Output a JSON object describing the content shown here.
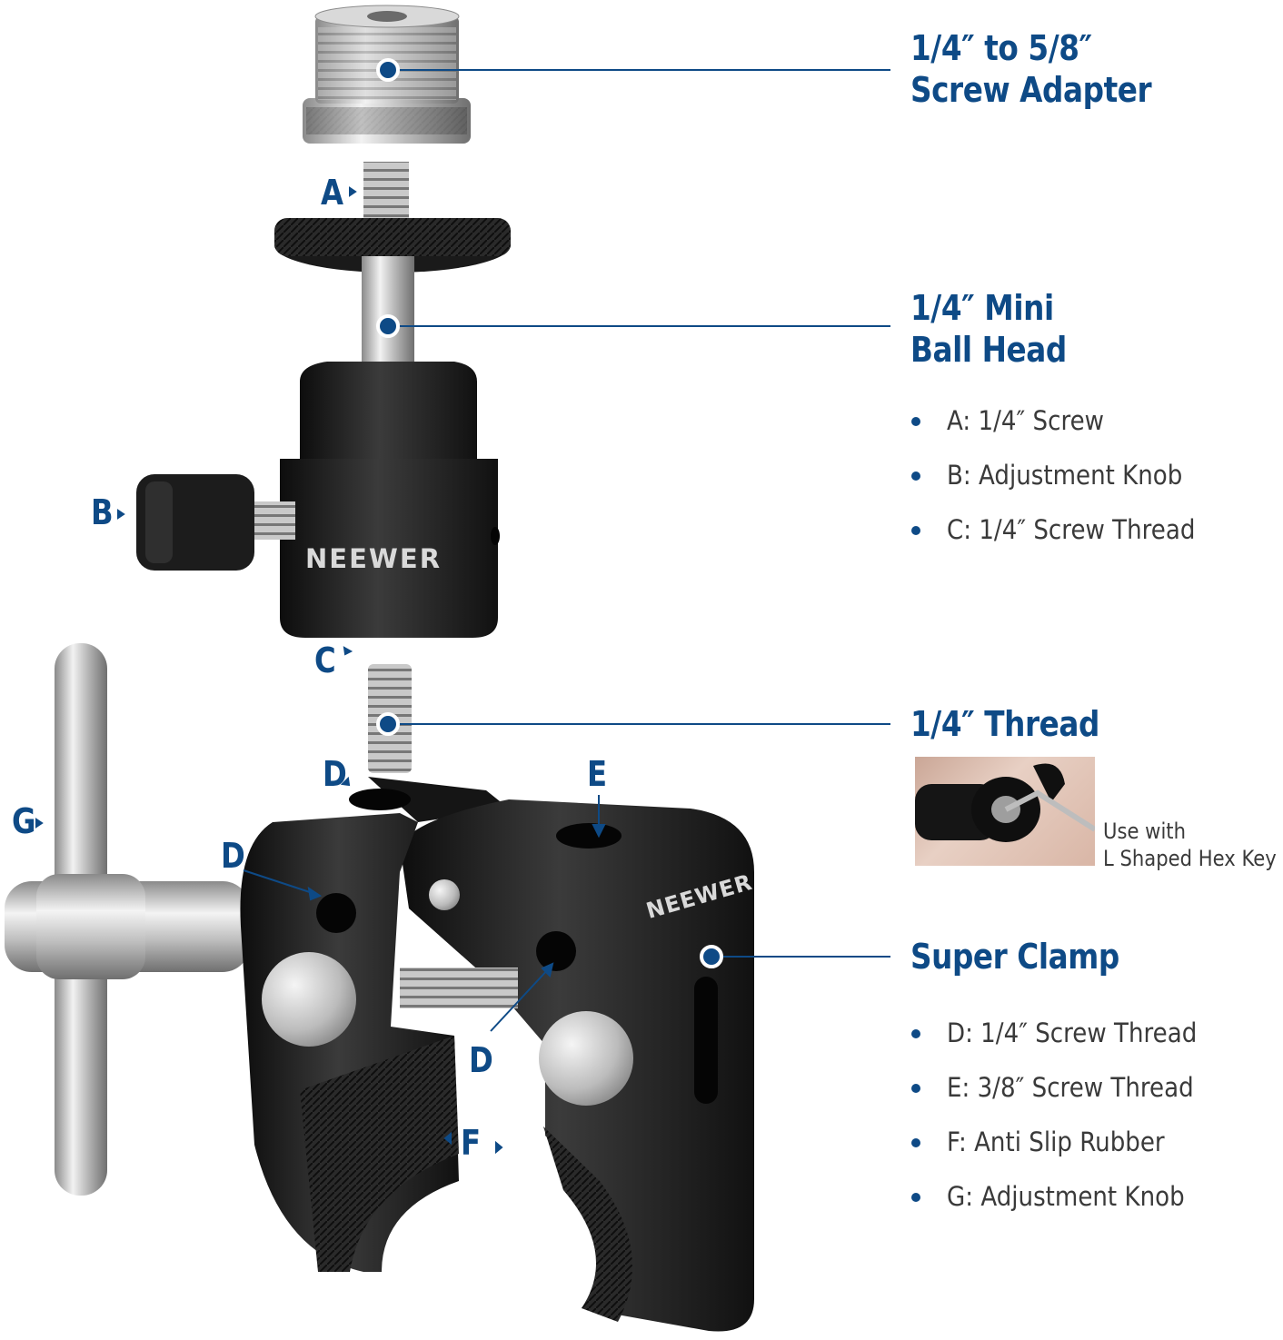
{
  "callouts": {
    "adapter": {
      "title_line1": "1/4″ to 5/8″",
      "title_line2": "Screw Adapter"
    },
    "ball_head": {
      "title_line1": "1/4″ Mini",
      "title_line2": "Ball Head",
      "features": [
        "A: 1/4″ Screw",
        "B: Adjustment Knob",
        "C: 1/4″ Screw Thread"
      ]
    },
    "thread": {
      "title": "1/4″ Thread",
      "note_line1": "Use with",
      "note_line2": "L Shaped Hex Key"
    },
    "clamp": {
      "title": "Super Clamp",
      "features": [
        "D: 1/4″ Screw Thread",
        "E: 3/8″ Screw Thread",
        "F: Anti Slip Rubber",
        "G: Adjustment Knob"
      ]
    }
  },
  "part_letters": {
    "a": "A",
    "b": "B",
    "c": "C",
    "d": "D",
    "e": "E",
    "f": "F",
    "g": "G"
  },
  "brand": {
    "ball_head_logo": "NEEWER",
    "clamp_logo": "NEEWER"
  },
  "colors": {
    "accent": "#0e4a86",
    "body_text": "#3a3a3a",
    "metal": "#c8c8c8",
    "black_part": "#1c1c1c"
  }
}
